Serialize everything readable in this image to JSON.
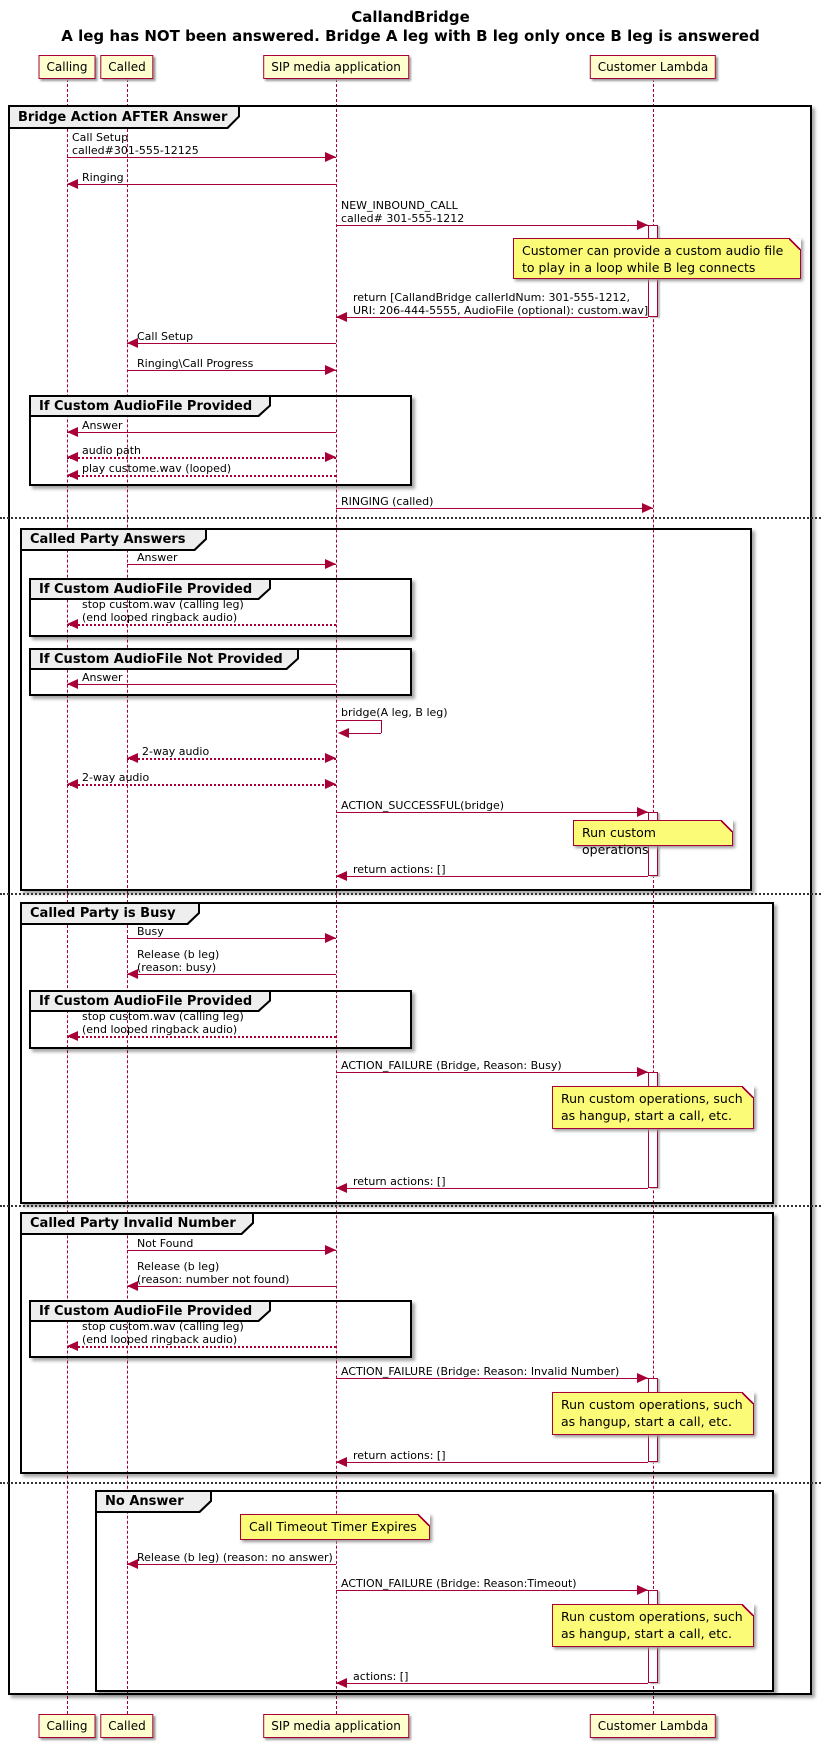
{
  "title": "CallandBridge",
  "subtitle": "A leg has NOT been answered. Bridge A leg with B leg only once B leg is answered",
  "participants": {
    "calling": "Calling",
    "called": "Called",
    "sip": "SIP media application",
    "lambda": "Customer Lambda"
  },
  "frames": {
    "outer": "Bridge Action AFTER Answer",
    "answers": "Called Party Answers",
    "busy": "Called Party is Busy",
    "invalid": "Called Party Invalid Number",
    "no_answer": "No Answer",
    "if_provided": "If Custom AudioFile Provided",
    "if_not_provided": "If Custom AudioFile Not Provided"
  },
  "msg": {
    "m1a": "Call Setup",
    "m1b": "called#301-555-12125",
    "m2": "Ringing",
    "m3a": "NEW_INBOUND_CALL",
    "m3b": "called# 301-555-1212",
    "m4a": "return [CallandBridge callerIdNum: 301-555-1212,",
    "m4b": "URI: 206-444-5555, AudioFile (optional): custom.wav]",
    "m5": "Call Setup",
    "m6": "Ringing\\Call Progress",
    "m7": "Answer",
    "m8": "audio path",
    "m9": "play custome.wav (looped)",
    "m10": "RINGING (called)",
    "m11": "Answer",
    "m12a": "stop custom.wav (calling leg)",
    "m12b": "(end looped ringback audio)",
    "m13": "Answer",
    "m14": "bridge(A leg, B leg)",
    "m15": "2-way audio",
    "m16": "2-way audio",
    "m17": "ACTION_SUCCESSFUL(bridge)",
    "m18": "return actions: []",
    "m19": "Busy",
    "m20a": "Release (b leg)",
    "m20b": "(reason: busy)",
    "m22": "ACTION_FAILURE (Bridge, Reason: Busy)",
    "m23": "return actions: []",
    "m24": "Not Found",
    "m25a": "Release (b leg)",
    "m25b": "(reason: number not found)",
    "m27": "ACTION_FAILURE (Bridge: Reason: Invalid Number)",
    "m28": "return actions: []",
    "m29": "Release (b leg) (reason: no answer)",
    "m30": "ACTION_FAILURE (Bridge: Reason:Timeout)",
    "m31": "actions: []"
  },
  "notes": {
    "n1a": "Customer can provide a custom audio file",
    "n1b": "to play in a loop while B leg connects",
    "n2": "Run custom operations",
    "n3a": "Run custom operations, such",
    "n3b": "as hangup, start a call, etc.",
    "n5": "Call Timeout Timer Expires"
  },
  "colors": {
    "arrow": "#A80036",
    "participant_fill": "#FEFECE",
    "note_fill": "#FBFB77",
    "frame_tab_fill": "#EEEEEE",
    "frame_border": "#000000"
  }
}
